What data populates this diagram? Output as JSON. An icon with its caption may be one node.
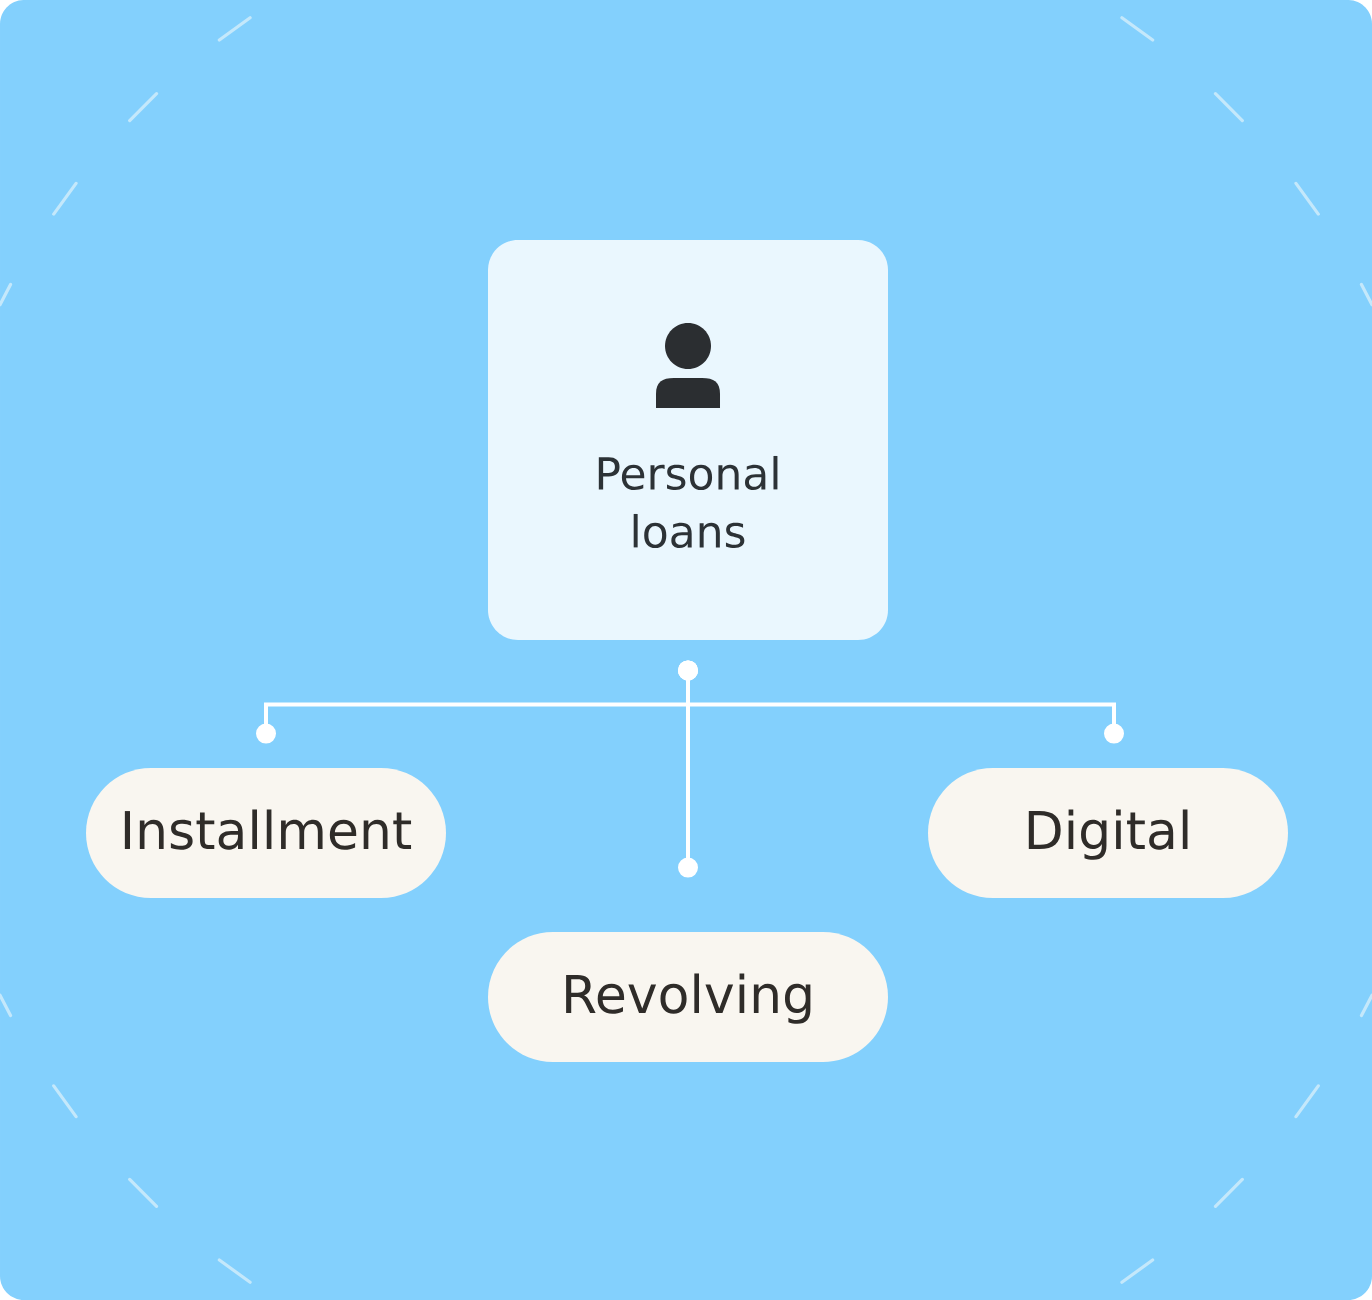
{
  "diagram": {
    "nodes": [
      {
        "text": [
          "Personal loans"
        ]
      },
      {
        "text": [
          "Installment"
        ]
      },
      {
        "text": [
          "Revolving"
        ]
      },
      {
        "text": [
          "Digital"
        ]
      }
    ],
    "edges": [
      {
        "from": 0,
        "to": 1,
        "arrow": "other"
      },
      {
        "from": 0,
        "to": 2,
        "arrow": "other"
      },
      {
        "from": 0,
        "to": 3,
        "arrow": "other"
      }
    ]
  }
}
